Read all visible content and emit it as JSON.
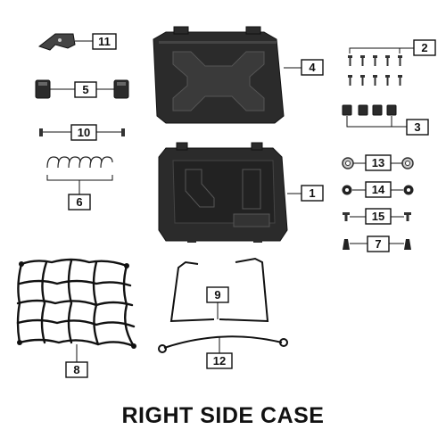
{
  "title": "RIGHT SIDE CASE",
  "callouts": {
    "c1": "1",
    "c2": "2",
    "c3": "3",
    "c4": "4",
    "c5": "5",
    "c6": "6",
    "c7": "7",
    "c8": "8",
    "c9": "9",
    "c10": "10",
    "c11": "11",
    "c12": "12",
    "c13": "13",
    "c14": "14",
    "c15": "15"
  }
}
